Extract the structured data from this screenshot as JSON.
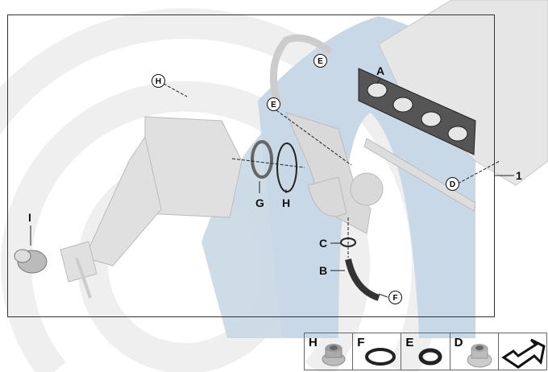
{
  "diagram": {
    "assembly_number": "1",
    "callouts": {
      "a": "A",
      "b": "B",
      "c": "C",
      "d": "D",
      "e_top": "E",
      "e_mid": "E",
      "f": "F",
      "g": "G",
      "h_top": "H",
      "h_ring": "H",
      "i": "I"
    }
  },
  "legend": {
    "items": [
      {
        "key": "H",
        "icon": "flange-nut-icon"
      },
      {
        "key": "F",
        "icon": "o-ring-icon"
      },
      {
        "key": "E",
        "icon": "o-ring-small-icon"
      },
      {
        "key": "D",
        "icon": "flange-nut-icon"
      }
    ],
    "nav_icon": "arrow-next-icon"
  },
  "colors": {
    "watermark_blue": "#c9d8e6",
    "watermark_grey": "#efefef",
    "part": "#d9d9d9",
    "gasket": "#333333"
  }
}
